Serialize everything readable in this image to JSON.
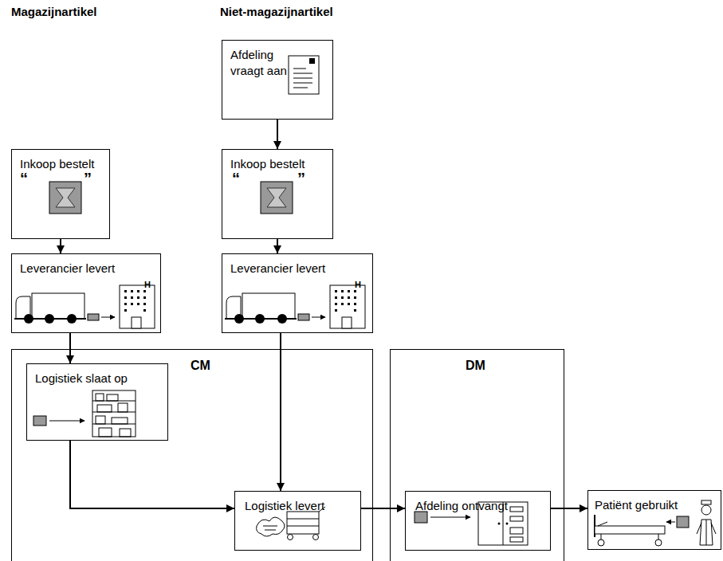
{
  "diagram": {
    "nodes": [
      {
        "text": [
          "Afdeling vraagt aan"
        ]
      },
      {
        "text": [
          "Inkoop bestelt",
          "“",
          "”"
        ]
      },
      {
        "text": [
          "Inkoop bestelt",
          "“",
          "”"
        ]
      },
      {
        "text": [
          "Leverancier levert",
          "H"
        ]
      },
      {
        "text": [
          "Leverancier levert",
          "H"
        ]
      },
      {
        "text": [
          "CM"
        ]
      },
      {
        "text": [
          "Logistiek slaat op"
        ],
        "in": 5
      },
      {
        "text": [
          "Logistiek levert"
        ],
        "in": 5
      },
      {
        "text": [
          "DM"
        ]
      },
      {
        "text": [
          "Afdeling ontvangt"
        ],
        "in": 8
      },
      {
        "text": [
          "Patiënt gebruikt"
        ]
      }
    ],
    "edges": [
      {
        "from": 0,
        "to": 2,
        "arrow": "to"
      },
      {
        "from": 1,
        "to": 3,
        "arrow": "to"
      },
      {
        "from": 2,
        "to": 4,
        "arrow": "to"
      },
      {
        "from": 3,
        "to": 6,
        "arrow": "to"
      },
      {
        "from": 4,
        "to": 7,
        "arrow": "to"
      },
      {
        "from": 6,
        "to": 7,
        "arrow": "to"
      },
      {
        "from": 7,
        "to": 9,
        "arrow": "to"
      },
      {
        "from": 9,
        "to": 10,
        "arrow": "to"
      }
    ],
    "labels": [
      "Magazijnartikel",
      "Niet-magazijnartikel"
    ]
  }
}
